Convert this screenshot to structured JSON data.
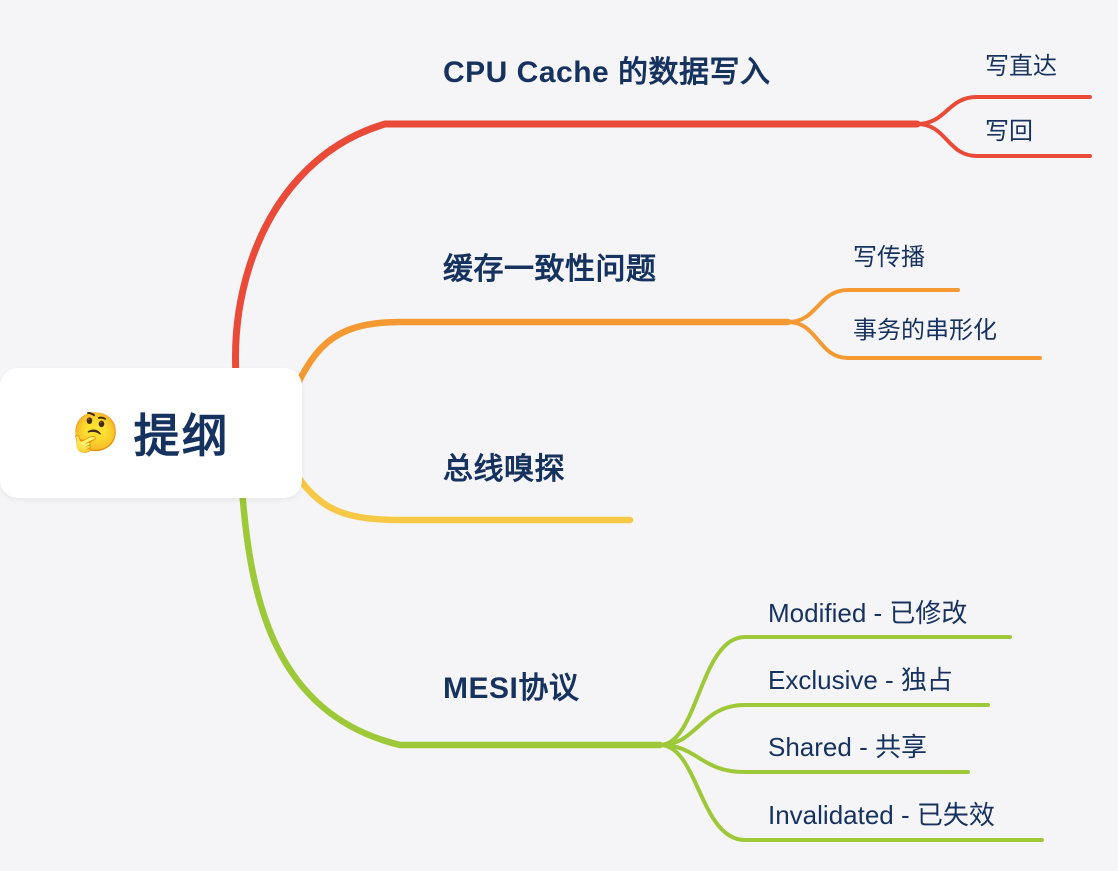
{
  "root": {
    "emoji": "🤔",
    "label": "提纲"
  },
  "branches": [
    {
      "label": "CPU Cache 的数据写入",
      "color": "#ea4b38",
      "children": [
        {
          "label": "写直达"
        },
        {
          "label": "写回"
        }
      ]
    },
    {
      "label": "缓存一致性问题",
      "color": "#f59a33",
      "children": [
        {
          "label": "写传播"
        },
        {
          "label": "事务的串形化"
        }
      ]
    },
    {
      "label": "总线嗅探",
      "color": "#f7c846",
      "children": []
    },
    {
      "label": "MESI协议",
      "color": "#9dc938",
      "children": [
        {
          "label": "Modified - 已修改"
        },
        {
          "label": "Exclusive - 独占"
        },
        {
          "label": "Shared - 共享"
        },
        {
          "label": "Invalidated - 已失效"
        }
      ]
    }
  ],
  "colors": {
    "background": "#f5f5f7",
    "text": "#16325f",
    "root_background": "#ffffff"
  }
}
